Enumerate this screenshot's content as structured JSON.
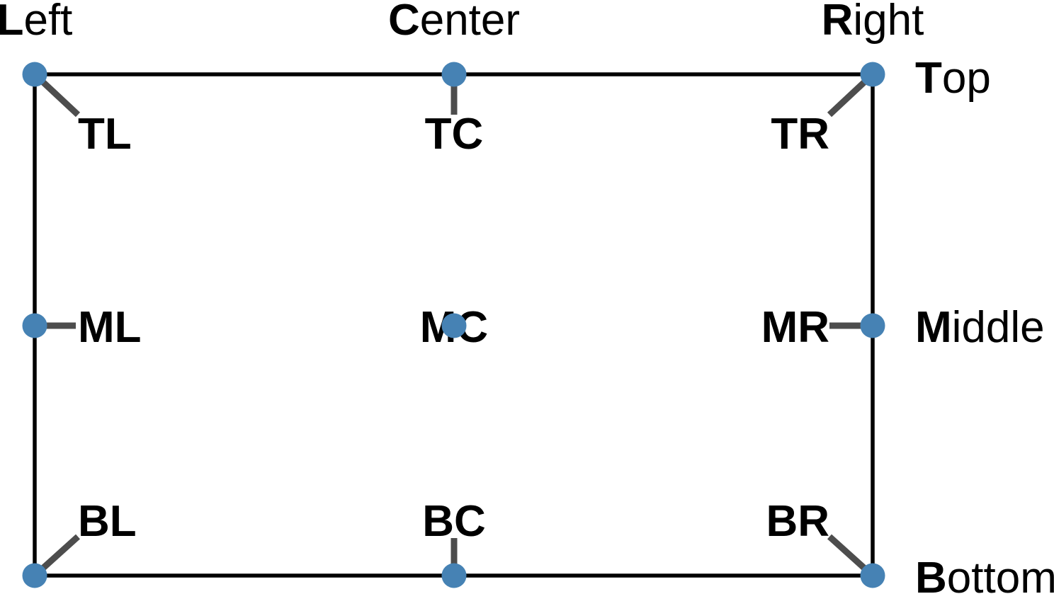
{
  "colors": {
    "dot": "#4682b4",
    "connector": "#4d4d4d",
    "border": "#000000",
    "text": "#000000"
  },
  "edge_titles": {
    "left": {
      "initial": "L",
      "rest": "eft"
    },
    "center": {
      "initial": "C",
      "rest": "enter"
    },
    "right": {
      "initial": "R",
      "rest": "ight"
    },
    "top": {
      "initial": "T",
      "rest": "op"
    },
    "middle": {
      "initial": "M",
      "rest": "iddle"
    },
    "bottom": {
      "initial": "B",
      "rest": "ottom"
    }
  },
  "anchors": {
    "tl": "TL",
    "tc": "TC",
    "tr": "TR",
    "ml": "ML",
    "mc": "MC",
    "mr": "MR",
    "bl": "BL",
    "bc": "BC",
    "br": "BR"
  }
}
